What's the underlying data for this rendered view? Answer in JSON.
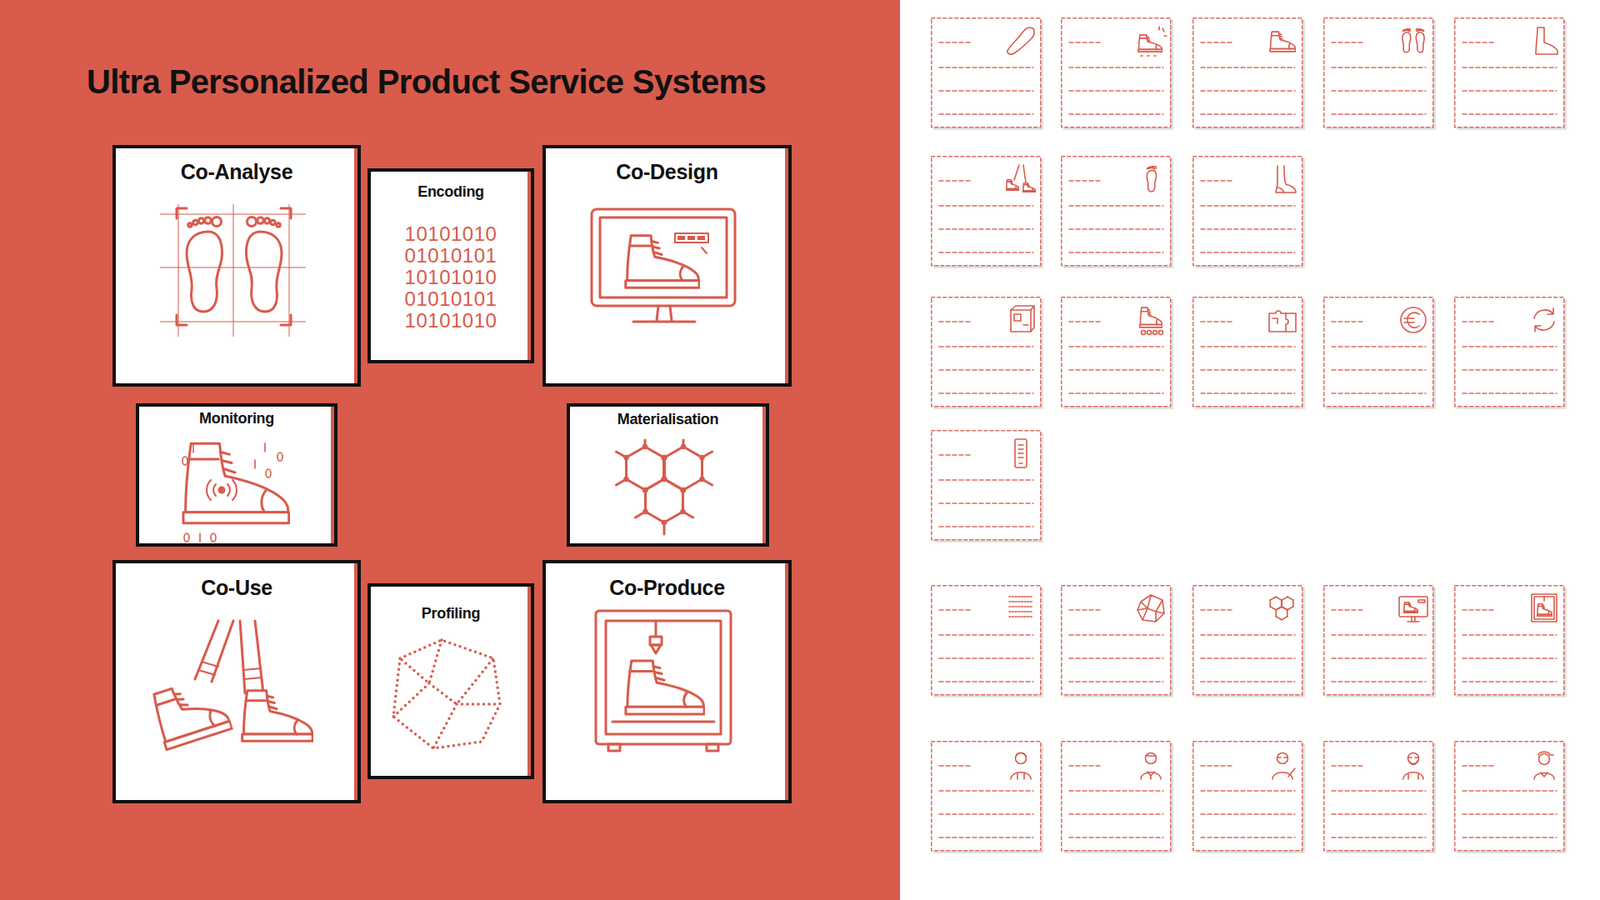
{
  "diagram": {
    "title": "Ultra Personalized Product Service Systems",
    "nodes": [
      {
        "text": [
          "Co-Analyse"
        ]
      },
      {
        "text": [
          "Encoding",
          "10101010 01010101 10101010 01010101 10101010"
        ]
      },
      {
        "text": [
          "Co-Design"
        ]
      },
      {
        "text": [
          "Monitoring"
        ]
      },
      {
        "text": [
          "Materialisation"
        ]
      },
      {
        "text": [
          "Co-Use"
        ]
      },
      {
        "text": [
          "Profiling"
        ]
      },
      {
        "text": [
          "Co-Produce"
        ]
      }
    ]
  }
}
